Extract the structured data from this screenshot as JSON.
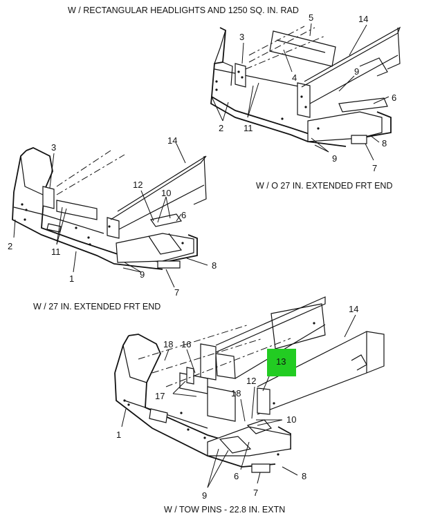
{
  "captions": {
    "top": "W / RECTANGULAR HEADLIGHTS AND 1250 SQ. IN. RAD",
    "right": "W / O 27 IN. EXTENDED FRT END",
    "left": "W / 27 IN. EXTENDED FRT END",
    "bottom": "W / TOW PINS - 22.8 IN. EXTN"
  },
  "callouts": {
    "top_view": [
      "5",
      "14",
      "3",
      "4",
      "9",
      "6",
      "2",
      "11",
      "8",
      "9",
      "7"
    ],
    "left_view": [
      "3",
      "14",
      "12",
      "10",
      "6",
      "2",
      "11",
      "8",
      "9",
      "1",
      "7"
    ],
    "bottom_view": [
      "14",
      "18",
      "16",
      "13",
      "12",
      "17",
      "18",
      "10",
      "1",
      "6",
      "8",
      "9",
      "7"
    ]
  },
  "highlight": {
    "label": "13",
    "color": "#22cc22"
  }
}
